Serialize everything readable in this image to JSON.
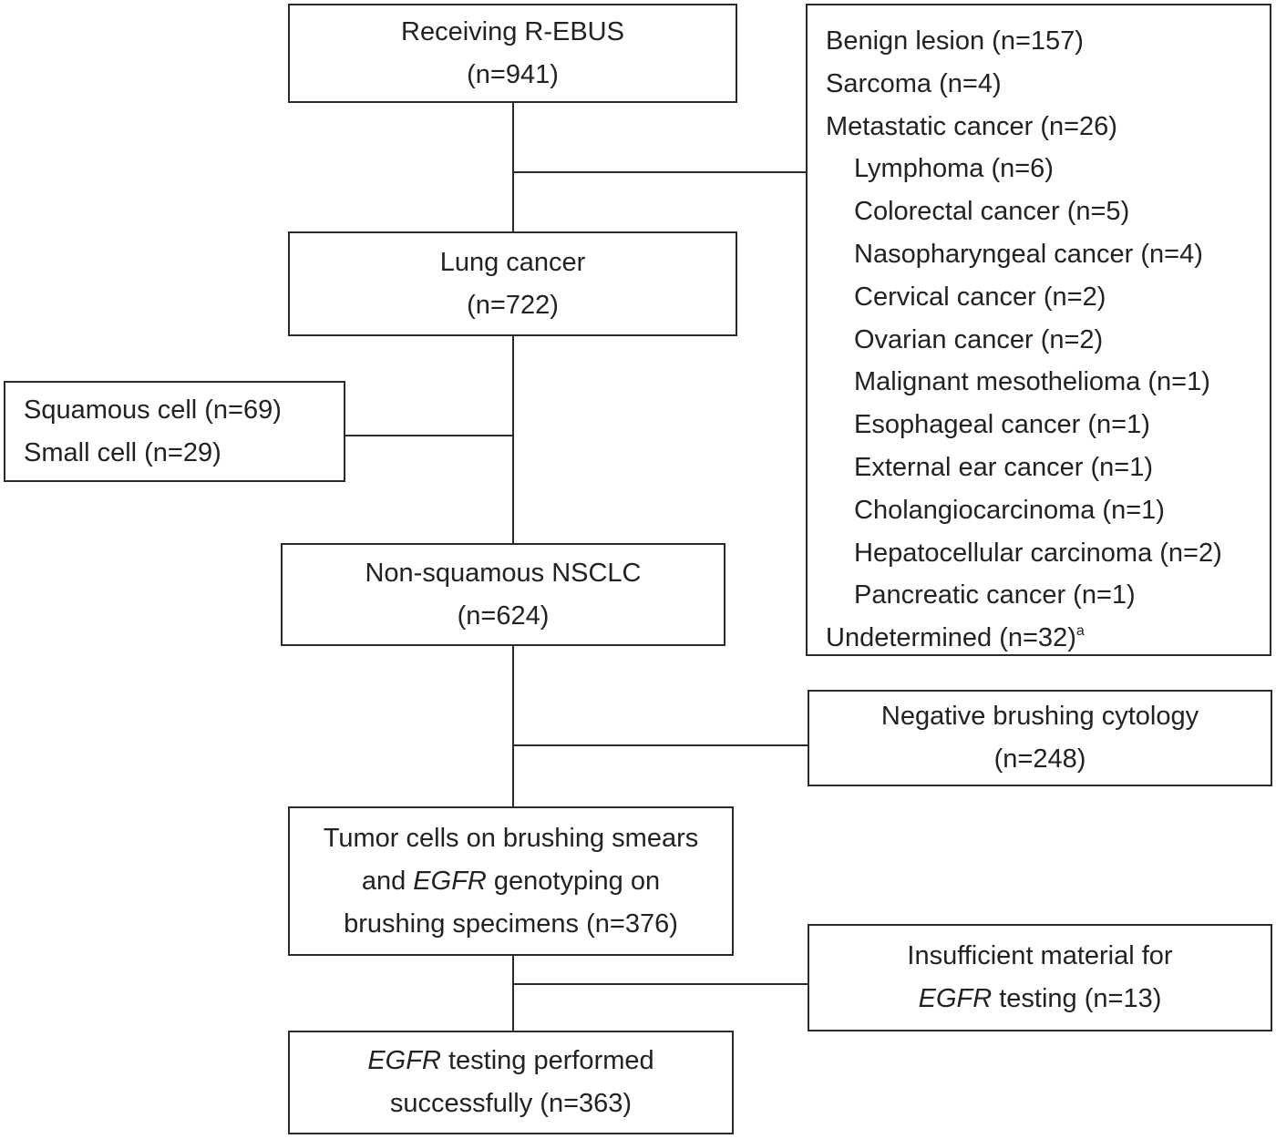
{
  "flow": {
    "receiving": {
      "line1": "Receiving R-EBUS",
      "line2": "(n=941)"
    },
    "lung_cancer": {
      "line1": "Lung cancer",
      "line2": "(n=722)"
    },
    "non_squamous": {
      "line1": "Non-squamous NSCLC",
      "line2": "(n=624)"
    },
    "tumor_cells": {
      "line1": "Tumor cells on brushing smears",
      "line2_pre": "and ",
      "line2_em": "EGFR",
      "line2_post": " genotyping on",
      "line3": "brushing specimens (n=376)"
    },
    "egfr_success": {
      "line1_em": "EGFR",
      "line1_post": " testing performed",
      "line2": "successfully (n=363)"
    }
  },
  "excluded": {
    "squamous_small": [
      "Squamous cell (n=69)",
      "Small cell (n=29)"
    ],
    "non_lung": {
      "top": [
        "Benign lesion (n=157)",
        "Sarcoma (n=4)",
        "Metastatic cancer (n=26)"
      ],
      "metastatic": [
        "Lymphoma (n=6)",
        "Colorectal cancer (n=5)",
        "Nasopharyngeal cancer (n=4)",
        "Cervical cancer (n=2)",
        "Ovarian cancer (n=2)",
        "Malignant mesothelioma (n=1)",
        "Esophageal cancer (n=1)",
        "External ear cancer (n=1)",
        "Cholangiocarcinoma (n=1)",
        "Hepatocellular carcinoma (n=2)",
        "Pancreatic cancer (n=1)"
      ],
      "undetermined": "Undetermined (n=32)",
      "undetermined_sup": "a"
    },
    "negative_cytology": {
      "line1": "Negative brushing cytology",
      "line2": "(n=248)"
    },
    "insufficient": {
      "line1": "Insufficient material for",
      "line2_em": "EGFR",
      "line2_post": " testing (n=13)"
    }
  }
}
